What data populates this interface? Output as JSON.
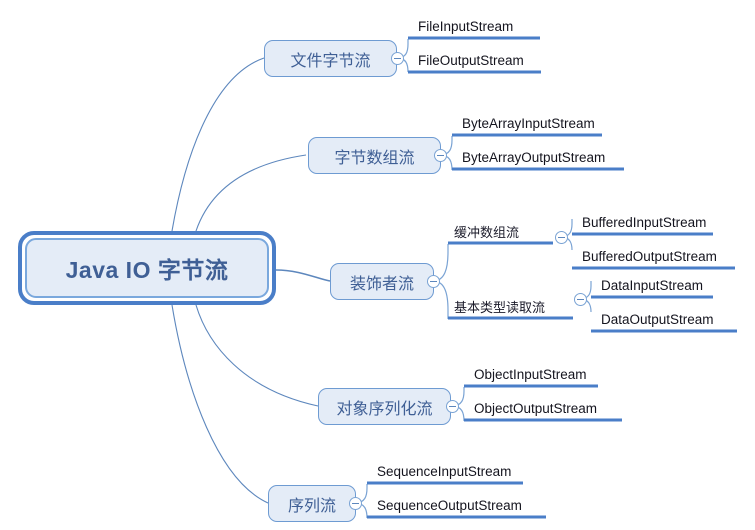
{
  "diagram": {
    "title": "Java IO 字节流",
    "type": "mind-map",
    "background_color": "#ffffff",
    "colors": {
      "node_fill": "#e4ecf7",
      "node_border": "#6e9bd2",
      "root_border": "#4a7ec8",
      "node_text": "#3f5f95",
      "leaf_text": "#14141e",
      "connector": "#5d87bd",
      "underline": "#4a7ec8"
    },
    "root": {
      "label": "Java IO 字节流"
    },
    "branches": [
      {
        "label": "文件字节流",
        "toggle_icon": "collapse-minus-icon",
        "children": [
          {
            "label": "FileInputStream"
          },
          {
            "label": "FileOutputStream"
          }
        ]
      },
      {
        "label": "字节数组流",
        "toggle_icon": "collapse-minus-icon",
        "children": [
          {
            "label": "ByteArrayInputStream"
          },
          {
            "label": "ByteArrayOutputStream"
          }
        ]
      },
      {
        "label": "装饰者流",
        "toggle_icon": "collapse-minus-icon",
        "children": [
          {
            "label": "缓冲数组流",
            "toggle_icon": "collapse-minus-icon",
            "children": [
              {
                "label": "BufferedInputStream"
              },
              {
                "label": "BufferedOutputStream"
              }
            ]
          },
          {
            "label": "基本类型读取流",
            "toggle_icon": "collapse-minus-icon",
            "children": [
              {
                "label": "DataInputStream"
              },
              {
                "label": "DataOutputStream"
              }
            ]
          }
        ]
      },
      {
        "label": "对象序列化流",
        "toggle_icon": "collapse-minus-icon",
        "children": [
          {
            "label": "ObjectInputStream"
          },
          {
            "label": "ObjectOutputStream"
          }
        ]
      },
      {
        "label": "序列流",
        "toggle_icon": "collapse-minus-icon",
        "children": [
          {
            "label": "SequenceInputStream"
          },
          {
            "label": "SequenceOutputStream"
          }
        ]
      }
    ]
  }
}
